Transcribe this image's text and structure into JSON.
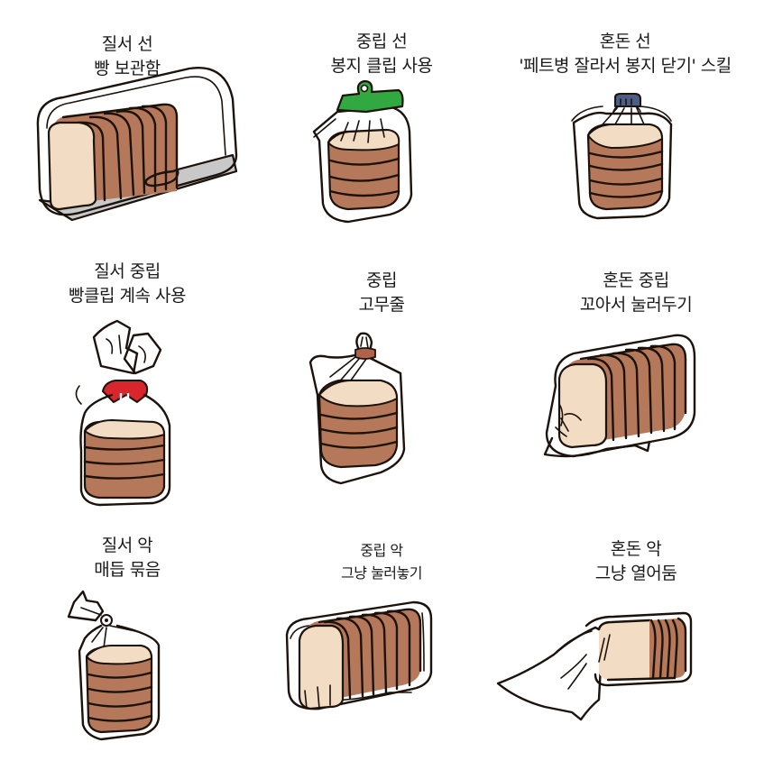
{
  "chart": {
    "type": "alignment-chart",
    "rows": [
      "선",
      "중립",
      "악"
    ],
    "columns": [
      "질서",
      "중립",
      "혼돈"
    ],
    "colors": {
      "crust": "#b5785a",
      "crumb": "#f3dcc4",
      "ink": "#1c120c",
      "bag": "#ffffff",
      "clip_green": "#31a840",
      "cap_blue": "#4b5e85",
      "twist_tie_red": "#d8262c",
      "rubber_band": "#b0624a",
      "tray_gray": "#c8c8c8"
    }
  },
  "cells": [
    {
      "alignment": "질서 선",
      "label_lines": [
        "질서 선",
        "빵 보관함"
      ],
      "illustration": "bread-box"
    },
    {
      "alignment": "중립 선",
      "label_lines": [
        "중립 선",
        "봉지 클립 사용"
      ],
      "illustration": "bag-clip"
    },
    {
      "alignment": "혼돈 선",
      "label_lines": [
        "혼돈 선",
        "'페트병 잘라서 봉지 닫기' 스킬"
      ],
      "illustration": "pet-bottle-neck"
    },
    {
      "alignment": "질서 중립",
      "label_lines": [
        "질서 중립",
        "빵클립 계속 사용"
      ],
      "illustration": "bread-tag-clip"
    },
    {
      "alignment": "중립",
      "label_lines": [
        "중립",
        "고무줄"
      ],
      "illustration": "rubber-band"
    },
    {
      "alignment": "혼돈 중립",
      "label_lines": [
        "혼돈 중립",
        "꼬아서 눌러두기"
      ],
      "illustration": "twist-and-press"
    },
    {
      "alignment": "질서 악",
      "label_lines": [
        "질서 악",
        "매듭 묶음"
      ],
      "illustration": "knot-tied"
    },
    {
      "alignment": "중립 악",
      "label_lines": [
        "중립 악",
        "그냥 눌러놓기"
      ],
      "illustration": "just-pressed"
    },
    {
      "alignment": "혼돈 악",
      "label_lines": [
        "혼돈 악",
        "그냥 열어둠"
      ],
      "illustration": "left-open"
    }
  ]
}
